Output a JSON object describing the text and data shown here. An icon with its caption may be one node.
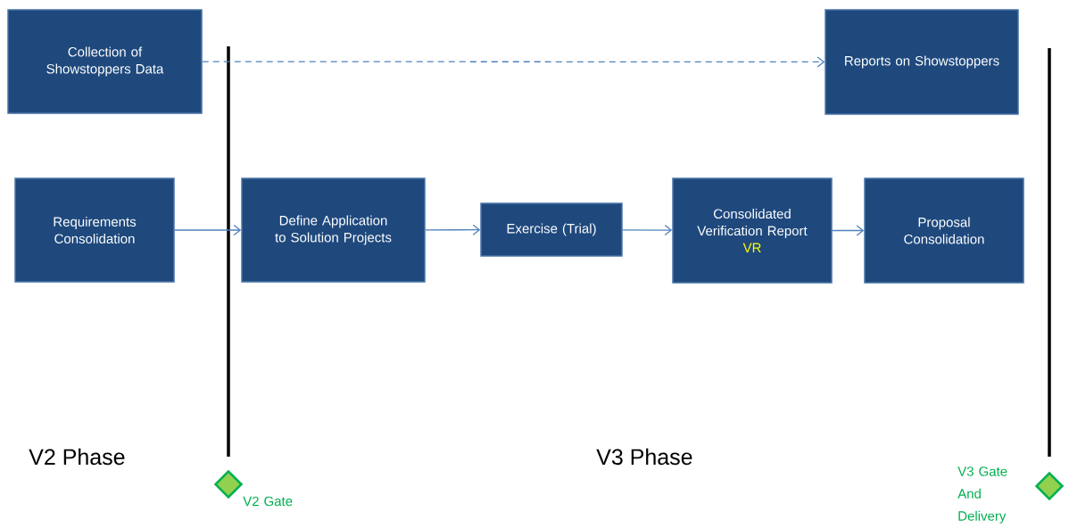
{
  "diagram": {
    "nodes": [
      {
        "text": [
          "Collection of Showstoppers Data"
        ]
      },
      {
        "text": [
          "Reports on Showstoppers"
        ]
      },
      {
        "text": [
          "Requirements Consolidation"
        ]
      },
      {
        "text": [
          "Define Application to Solution Projects"
        ]
      },
      {
        "text": [
          "Exercise (Trial)"
        ]
      },
      {
        "text": [
          "Consolidated Verification Report",
          "VR"
        ]
      },
      {
        "text": [
          "Proposal Consolidation"
        ]
      },
      {
        "text": [],
        "shape": "diamond",
        "beside": [
          "V2 Gate"
        ]
      },
      {
        "text": [],
        "shape": "diamond",
        "beside": [
          "V3 Gate And Delivery"
        ]
      }
    ],
    "edges": [
      {
        "from": 0,
        "to": 1,
        "arrow": "to",
        "style": "dashed"
      },
      {
        "from": 2,
        "to": 3,
        "arrow": "to"
      },
      {
        "from": 3,
        "to": 4,
        "arrow": "to"
      },
      {
        "from": 4,
        "to": 5,
        "arrow": "to"
      },
      {
        "from": 5,
        "to": 6,
        "arrow": "to"
      }
    ],
    "labels": [
      "V2 Phase",
      "V3 Phase"
    ]
  }
}
